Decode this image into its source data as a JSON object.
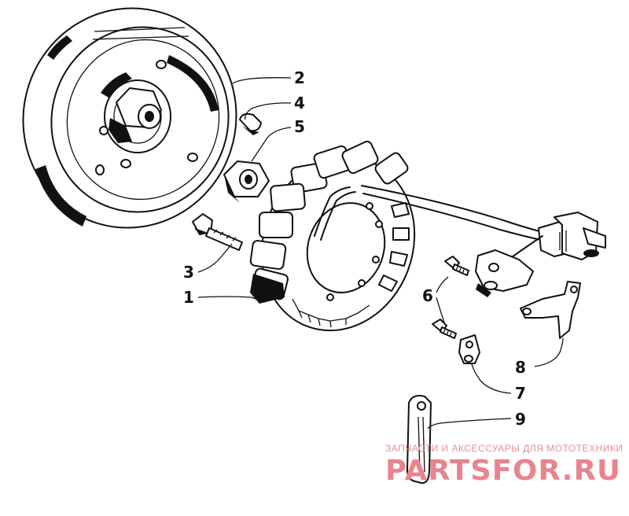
{
  "callouts": [
    {
      "id": "2",
      "part": "flywheel"
    },
    {
      "id": "4",
      "part": "woodruff-key"
    },
    {
      "id": "5",
      "part": "flywheel-nut"
    },
    {
      "id": "3",
      "part": "stator-screw"
    },
    {
      "id": "1",
      "part": "stator"
    },
    {
      "id": "6",
      "part": "screws"
    },
    {
      "id": "8",
      "part": "bracket"
    },
    {
      "id": "7",
      "part": "wire-clamp"
    },
    {
      "id": "9",
      "part": "strap"
    }
  ],
  "watermark": {
    "tagline": "ЗАПЧАСТИ И АКСЕССУАРЫ ДЛЯ МОТОТЕХНИКИ",
    "logo": "PARTSFOR.RU"
  },
  "colors": {
    "line": "#111111",
    "watermark": "#e8848c"
  }
}
